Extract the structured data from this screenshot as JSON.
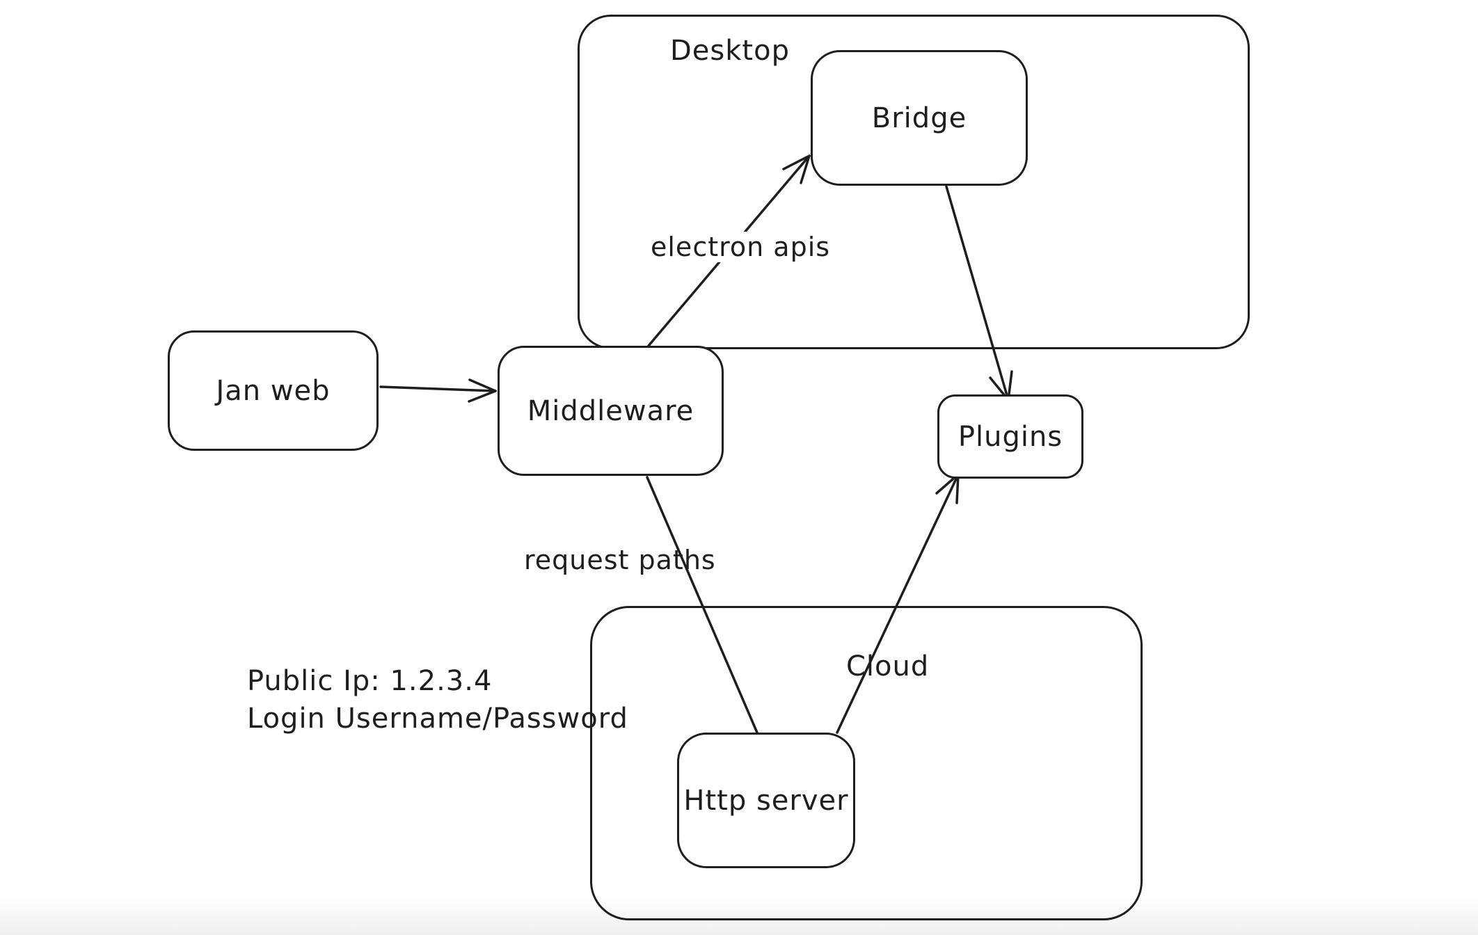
{
  "app": {
    "type": "whiteboard-diagram",
    "background_color": "#ffffff",
    "stroke_color": "#1e1e1e"
  },
  "containers": {
    "desktop": {
      "label": "Desktop"
    },
    "cloud": {
      "label": "Cloud"
    }
  },
  "nodes": {
    "jan_web": {
      "label": "Jan web"
    },
    "middleware": {
      "label": "Middleware"
    },
    "bridge": {
      "label": "Bridge"
    },
    "plugins": {
      "label": "Plugins"
    },
    "http_server": {
      "label": "Http server"
    }
  },
  "edge_labels": {
    "electron_apis": "electron apis",
    "request_paths": "request paths"
  },
  "connections": [
    {
      "from": "Jan web",
      "to": "Middleware",
      "label": "",
      "arrowhead": "end"
    },
    {
      "from": "Middleware",
      "to": "Bridge",
      "label": "electron apis",
      "arrowhead": "end"
    },
    {
      "from": "Bridge",
      "to": "Plugins",
      "label": "",
      "arrowhead": "end"
    },
    {
      "from": "Middleware",
      "to": "Http server",
      "label": "request paths",
      "arrowhead": "none"
    },
    {
      "from": "Http server",
      "to": "Plugins",
      "label": "",
      "arrowhead": "end"
    }
  ],
  "annotations": {
    "public_ip": "Public Ip: 1.2.3.4",
    "login": "Login Username/Password"
  }
}
